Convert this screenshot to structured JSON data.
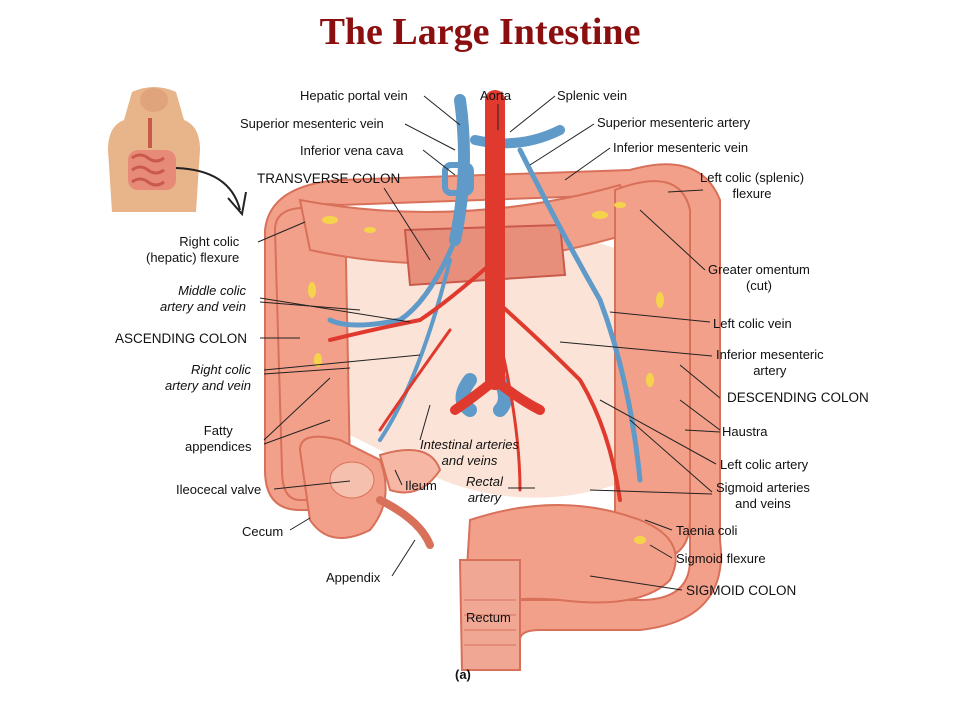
{
  "title": "The Large Intestine",
  "title_color": "#8b0f0f",
  "figure_label": "(a)",
  "colors": {
    "colon": "#f3a08a",
    "colon_dark": "#d8705a",
    "artery": "#e03a2f",
    "vein": "#5f9ac8",
    "fat": "#f5d44b"
  },
  "labels": {
    "hepatic_portal_vein": "Hepatic portal vein",
    "aorta": "Aorta",
    "splenic_vein": "Splenic vein",
    "superior_mesenteric_vein": "Superior mesenteric vein",
    "superior_mesenteric_artery": "Superior mesenteric artery",
    "inferior_vena_cava": "Inferior vena cava",
    "inferior_mesenteric_vein": "Inferior mesenteric vein",
    "transverse_colon": "TRANSVERSE COLON",
    "left_colic_flexure": [
      "Left colic (splenic)",
      "flexure"
    ],
    "right_colic_flexure": [
      "Right colic",
      "(hepatic) flexure"
    ],
    "greater_omentum": [
      "Greater omentum",
      "(cut)"
    ],
    "middle_colic": [
      "Middle colic",
      "artery and vein"
    ],
    "left_colic_vein": "Left colic vein",
    "ascending_colon": "ASCENDING COLON",
    "inferior_mesenteric_artery": [
      "Inferior mesenteric",
      "artery"
    ],
    "right_colic": [
      "Right colic",
      "artery and vein"
    ],
    "descending_colon": "DESCENDING COLON",
    "fatty_appendices": [
      "Fatty",
      "appendices"
    ],
    "haustra": "Haustra",
    "intestinal": [
      "Intestinal arteries",
      "and veins"
    ],
    "left_colic_artery": "Left colic artery",
    "ileocecal_valve": "Ileocecal valve",
    "ileum": "Ileum",
    "rectal_artery": [
      "Rectal",
      "artery"
    ],
    "sigmoid_arteries": [
      "Sigmoid arteries",
      "and veins"
    ],
    "taenia_coli": "Taenia coli",
    "cecum": "Cecum",
    "sigmoid_flexure": "Sigmoid flexure",
    "appendix": "Appendix",
    "sigmoid_colon": "SIGMOID COLON",
    "rectum": "Rectum"
  }
}
